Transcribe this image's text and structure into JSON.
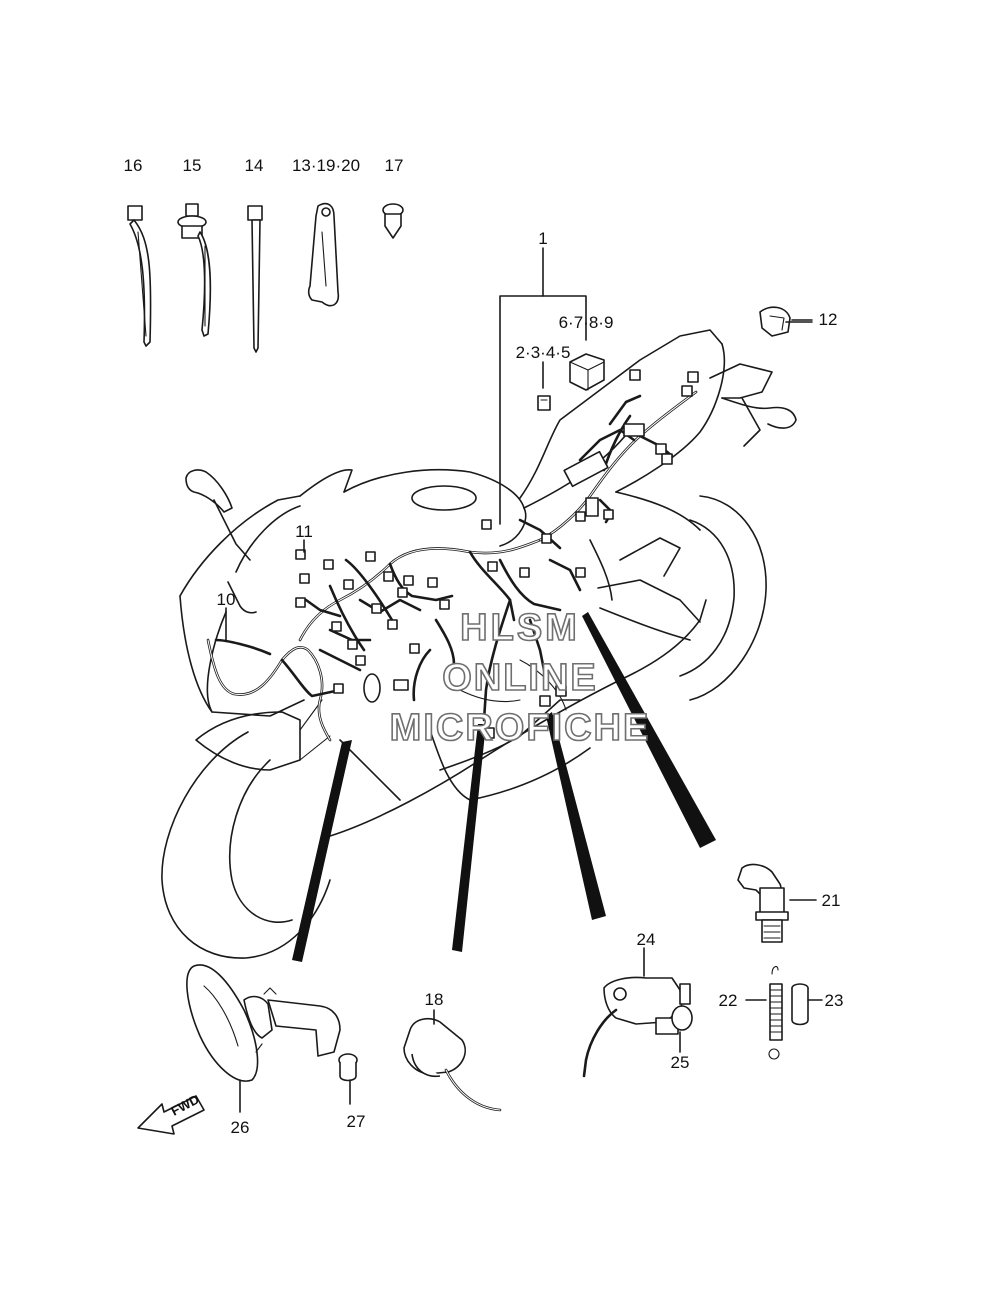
{
  "labels": {
    "l1": "1",
    "l2_5": "2·3·4·5",
    "l6_9": "6·7·8·9",
    "l10": "10",
    "l11": "11",
    "l12": "12",
    "l13_20": "13·19·20",
    "l14": "14",
    "l15": "15",
    "l16": "16",
    "l17": "17",
    "l18": "18",
    "l21": "21",
    "l22": "22",
    "l23": "23",
    "l24": "24",
    "l25": "25",
    "l26": "26",
    "l27": "27"
  },
  "watermark": {
    "line1": "HLSM",
    "line2": "ONLINE",
    "line3": "MICROFICHE"
  },
  "direction": {
    "fwd": "FWD"
  },
  "icons": {
    "direction_arrow": "fwd-arrow-icon"
  }
}
